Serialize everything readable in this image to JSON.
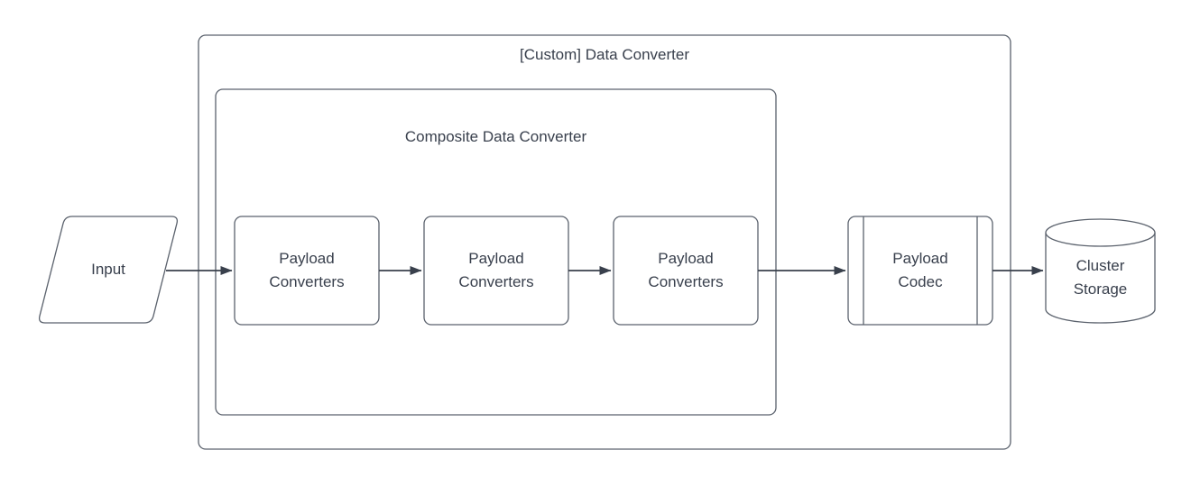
{
  "diagram": {
    "type": "flowchart",
    "containers": {
      "outer": {
        "label": "[Custom] Data Converter"
      },
      "inner": {
        "label": "Composite Data Converter"
      }
    },
    "nodes": {
      "input": {
        "label": "Input",
        "shape": "parallelogram"
      },
      "payload_converter_1": {
        "label": "Payload\nConverters",
        "shape": "rounded-rect",
        "parent": "Composite Data Converter"
      },
      "payload_converter_2": {
        "label": "Payload\nConverters",
        "shape": "rounded-rect",
        "parent": "Composite Data Converter"
      },
      "payload_converter_3": {
        "label": "Payload\nConverters",
        "shape": "rounded-rect",
        "parent": "Composite Data Converter"
      },
      "payload_codec": {
        "label": "Payload\nCodec",
        "shape": "predefined-process",
        "parent": "[Custom] Data Converter"
      },
      "cluster_storage": {
        "label": "Cluster\nStorage",
        "shape": "cylinder"
      }
    },
    "edges": [
      {
        "from": "input",
        "to": "payload_converter_1",
        "arrow": true
      },
      {
        "from": "payload_converter_1",
        "to": "payload_converter_2",
        "arrow": true
      },
      {
        "from": "payload_converter_2",
        "to": "payload_converter_3",
        "arrow": true
      },
      {
        "from": "payload_converter_3",
        "to": "payload_codec",
        "arrow": true
      },
      {
        "from": "payload_codec",
        "to": "cluster_storage",
        "arrow": true
      }
    ],
    "colors": {
      "background": "#ffffff",
      "shape_stroke": "#5b626d",
      "arrow": "#39404c",
      "text": "#39404d",
      "shape_fill": "#ffffff"
    }
  }
}
